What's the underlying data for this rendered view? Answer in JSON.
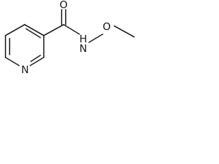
{
  "molecule": {
    "atoms": {
      "pyridine_n": "N",
      "carbonyl_o": "O",
      "amide_nh": "H",
      "amide_n": "N",
      "methoxy_o": "O"
    },
    "colors": {
      "ink": "#1a1a1a",
      "background": "#ffffff"
    }
  }
}
